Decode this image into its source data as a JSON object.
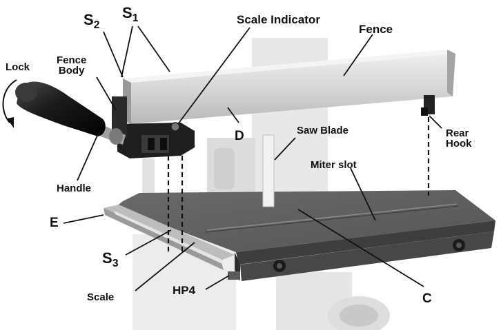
{
  "diagram": {
    "labels": {
      "s2": {
        "letter": "S",
        "sub": "2"
      },
      "s1": {
        "letter": "S",
        "sub": "1"
      },
      "s3": {
        "letter": "S",
        "sub": "3"
      },
      "lock": "Lock",
      "fence_body": [
        "Fence",
        "Body"
      ],
      "scale_indicator": "Scale Indicator",
      "fence": "Fence",
      "d": "D",
      "saw_blade": "Saw Blade",
      "rear_hook": [
        "Rear",
        "Hook"
      ],
      "miter_slot": "Miter slot",
      "handle": "Handle",
      "e": "E",
      "scale": "Scale",
      "hp4": "HP4",
      "c": "C"
    },
    "colors": {
      "table_top": "#5e5e5e",
      "fence_bar": "#d4d4d4",
      "machine_body": "#e6e6e6",
      "handle_knob": "#1e1e1e",
      "leader_line": "#111111"
    }
  }
}
